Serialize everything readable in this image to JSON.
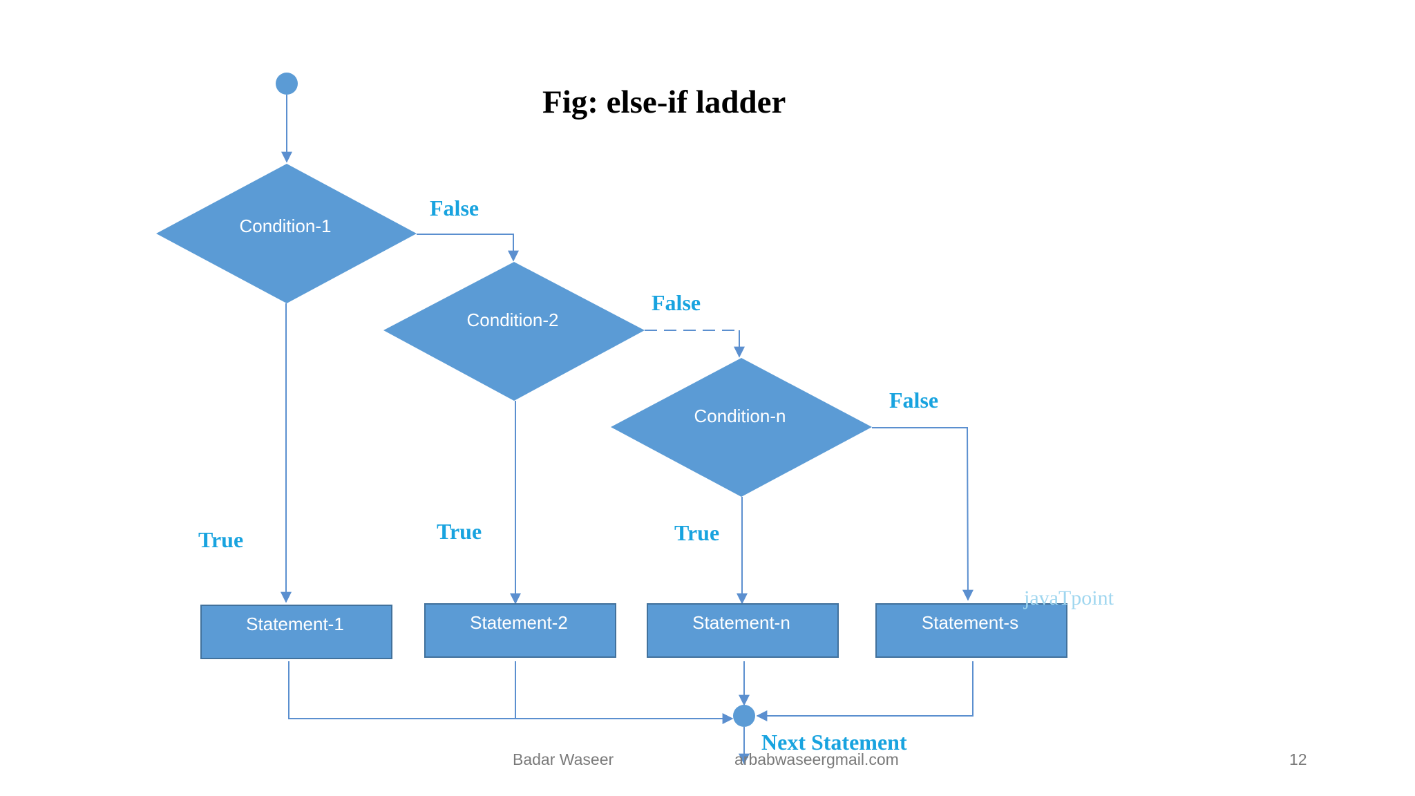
{
  "title": "Fig: else-if ladder",
  "conditions": [
    "Condition-1",
    "Condition-2",
    "Condition-n"
  ],
  "statements": [
    "Statement-1",
    "Statement-2",
    "Statement-n",
    "Statement-s"
  ],
  "labels": {
    "false": "False",
    "true": "True",
    "next_statement": "Next Statement"
  },
  "watermark": "javaTpoint",
  "footer": {
    "author": "Badar Waseer",
    "email": "arbabwaseergmail.com",
    "page": "12"
  },
  "colors": {
    "shape_fill": "#5b9bd5",
    "connector": "#5b8fcf",
    "branch_label": "#18a3df"
  }
}
